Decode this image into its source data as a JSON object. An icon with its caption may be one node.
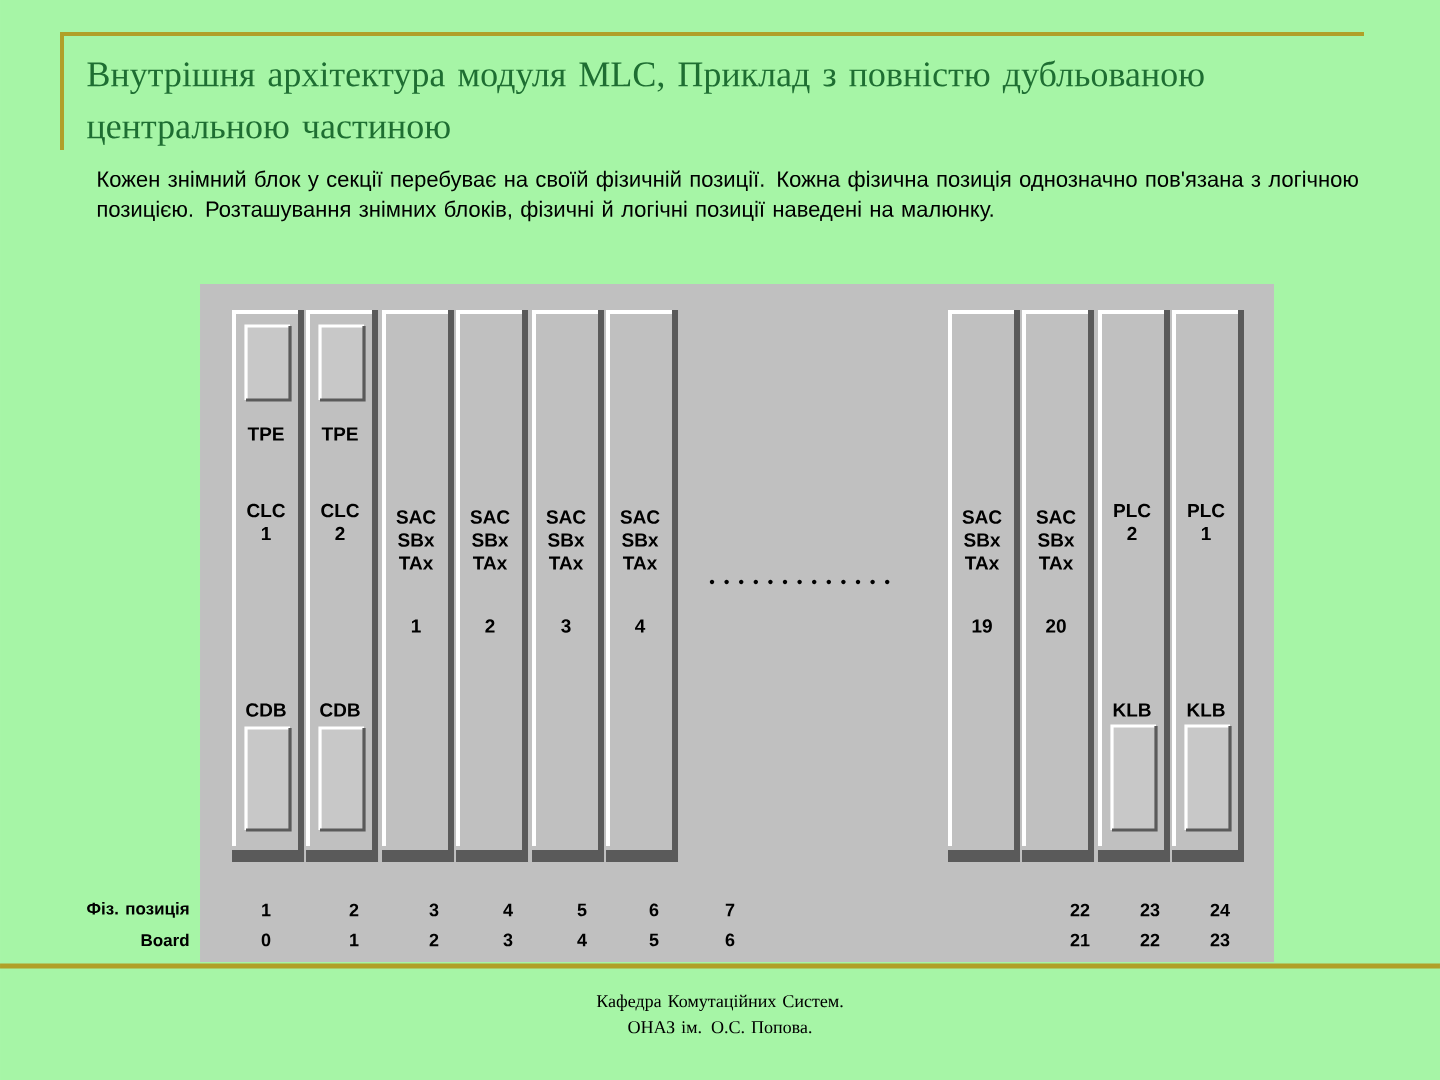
{
  "diagram": {
    "title": "Внутрішня архітектура модуля MLC, Приклад з повністю дубльованою центральною частиною",
    "caption": "Кафедра Комутаційних Систем. ОНАЗ ім. О.С. Попова.",
    "nodes": [
      {
        "text": [
          "TPE",
          "CLC 1",
          "CDB"
        ]
      },
      {
        "text": [
          "TPE",
          "CLC 2",
          "CDB"
        ]
      },
      {
        "text": [
          "SAC SBx TAx",
          "1"
        ]
      },
      {
        "text": [
          "SAC SBx TAx",
          "2"
        ]
      },
      {
        "text": [
          "SAC SBx TAx",
          "3"
        ]
      },
      {
        "text": [
          "SAC SBx TAx",
          "4"
        ]
      },
      {
        "text": [
          "SAC SBx TAx",
          "19"
        ]
      },
      {
        "text": [
          "SAC SBx TAx",
          "20"
        ]
      },
      {
        "text": [
          "PLC 2",
          "KLB"
        ]
      },
      {
        "text": [
          "PLC 1",
          "KLB"
        ]
      }
    ],
    "edges": [],
    "labels": [
      "Кожен знімний блок у секції перебуває на своїй фізичній позиції. Кожна фізична позиція однозначно пов'язана з логічною позицією. Розташування знімних блоків, фізичні й логічні позиції наведені на малюнку.",
      "Фіз. позиція",
      "1",
      "2",
      "3",
      "4",
      "5",
      "6",
      "7",
      "22",
      "23",
      "24",
      "Board",
      "0",
      "1",
      "2",
      "3",
      "4",
      "5",
      "6",
      "21",
      "22",
      "23"
    ]
  }
}
